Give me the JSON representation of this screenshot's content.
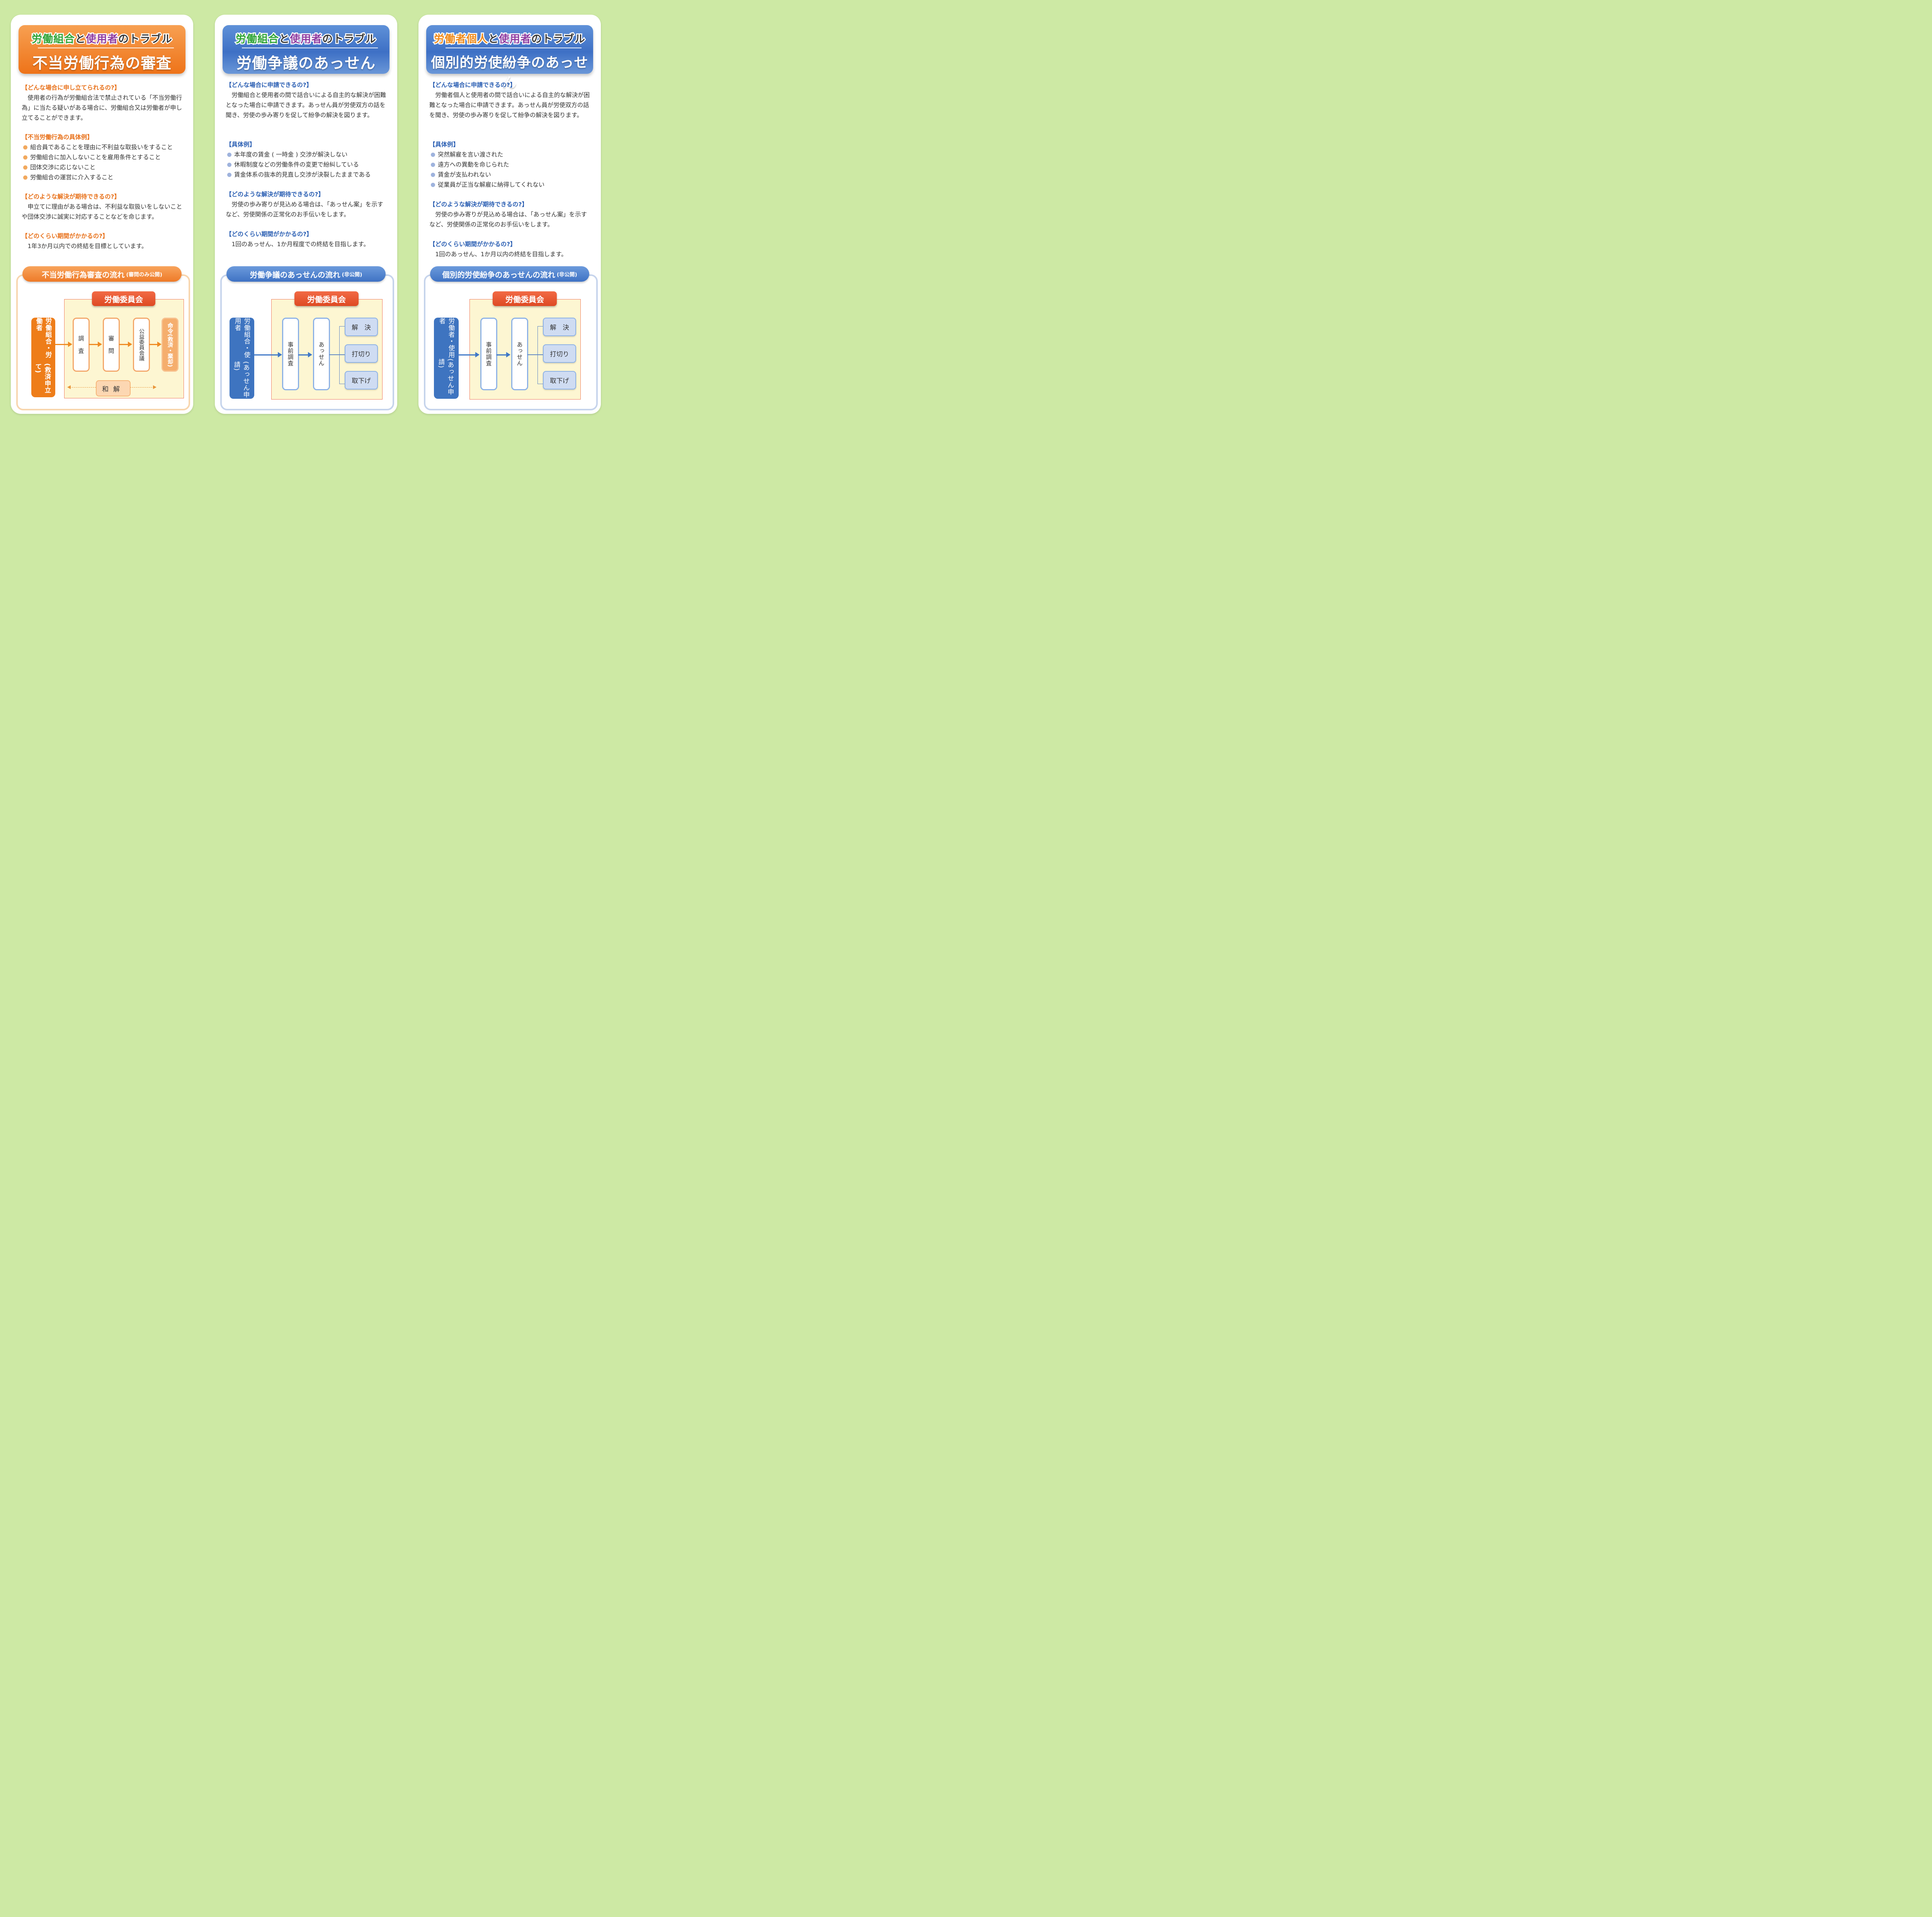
{
  "panel1": {
    "header_sub": {
      "a": "労働組合",
      "b": "と",
      "c": "使用者",
      "d": "のトラブル"
    },
    "header_main": "不当労働行為の審査",
    "q1_title": "【どんな場合に申し立てられるの?】",
    "q1_body": "使用者の行為が労働組合法で禁止されている「不当労働行為」に当たる疑いがある場合に、労働組合又は労働者が申し立てることができます。",
    "ex_title": "【不当労働行為の具体例】",
    "examples": [
      "組合員であることを理由に不利益な取扱いをすること",
      "労働組合に加入しないことを雇用条件とすること",
      "団体交渉に応じないこと",
      "労働組合の運営に介入すること"
    ],
    "q2_title": "【どのような解決が期待できるの?】",
    "q2_body": "申立てに理由がある場合は、不利益な取扱いをしないことや団体交渉に誠実に対応することなどを命じます。",
    "q3_title": "【どのくらい期間がかかるの?】",
    "q3_body": "1年3か月以内での終結を目標としています。",
    "flow_title": "不当労働行為審査の流れ",
    "flow_title_small": "(審問のみ公開)",
    "committee": "労働委員会",
    "applicant": "労働組合・労働者",
    "applicant_sub": "(救済申立て)",
    "steps": [
      "調　査",
      "審　問",
      "公益委員会議"
    ],
    "result": "命令(救済・棄却)",
    "wakai": "和解"
  },
  "panel2": {
    "header_sub": {
      "a": "労働組合",
      "b": "と",
      "c": "使用者",
      "d": "のトラブル"
    },
    "header_main": "労働争議のあっせん",
    "q1_title": "【どんな場合に申請できるの?】",
    "q1_body": "労働組合と使用者の間で話合いによる自主的な解決が困難となった場合に申請できます。あっせん員が労使双方の話を聞き、労使の歩み寄りを促して紛争の解決を図ります。",
    "ex_title": "【具体例】",
    "examples": [
      "本年度の賃金 ( 一時金 ) 交渉が解決しない",
      "休暇制度などの労働条件の変更で紛糾している",
      "賃金体系の抜本的見直し交渉が決裂したままである"
    ],
    "q2_title": "【どのような解決が期待できるの?】",
    "q2_body": "労使の歩み寄りが見込める場合は、「あっせん案」を示すなど、労使関係の正常化のお手伝いをします。",
    "q3_title": "【どのくらい期間がかかるの?】",
    "q3_body": "1回のあっせん、1か月程度での終結を目指します。",
    "flow_title": "労働争議のあっせんの流れ",
    "flow_title_small": "(非公開)",
    "committee": "労働委員会",
    "applicant": "労働組合・使用者",
    "applicant_sub": "(あっせん申請)",
    "steps": [
      "事前調査",
      "あっせん"
    ],
    "outcomes": [
      "解　決",
      "打切り",
      "取下げ"
    ]
  },
  "panel3": {
    "header_sub": {
      "a": "労働者個人",
      "b": "と",
      "c": "使用者",
      "d": "のトラブル"
    },
    "header_main": "個別的労使紛争のあっせん",
    "q1_title": "【どんな場合に申請できるの?】",
    "q1_body": "労働者個人と使用者の間で話合いによる自主的な解決が困難となった場合に申請できます。あっせん員が労使双方の話を聞き、労使の歩み寄りを促して紛争の解決を図ります。",
    "ex_title": "【具体例】",
    "examples": [
      "突然解雇を言い渡された",
      "遠方への異動を命じられた",
      "賃金が支払われない",
      "従業員が正当な解雇に納得してくれない"
    ],
    "q2_title": "【どのような解決が期待できるの?】",
    "q2_body": "労使の歩み寄りが見込める場合は、「あっせん案」を示すなど、労使関係の正常化のお手伝いをします。",
    "q3_title": "【どのくらい期間がかかるの?】",
    "q3_body": "1回のあっせん、1か月以内の終結を目指します。",
    "flow_title": "個別的労使紛争のあっせんの流れ",
    "flow_title_small": "(非公開)",
    "committee": "労働委員会",
    "applicant": "労働者・使用者",
    "applicant_sub": "(あっせん申請)",
    "steps": [
      "事前調査",
      "あっせん"
    ],
    "outcomes": [
      "解　決",
      "打切り",
      "取下げ"
    ]
  },
  "colors": {
    "background": "#cde9a4",
    "orange": "#ee7319",
    "blue": "#3e70c5",
    "green": "#2ea436",
    "purple": "#8e3aa0"
  }
}
